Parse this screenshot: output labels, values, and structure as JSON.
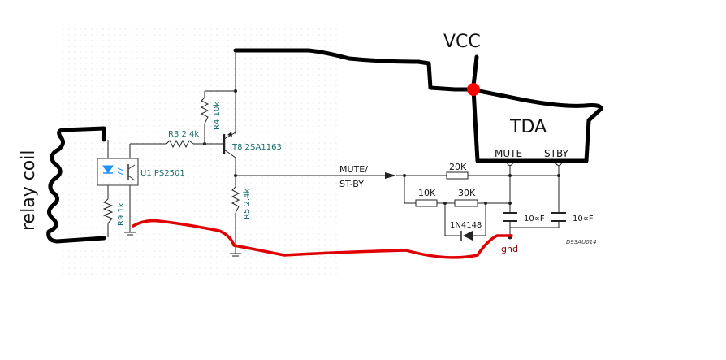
{
  "labels": {
    "vcc": "VCC",
    "tda": "TDA",
    "mute_pin": "MUTE",
    "stby_pin": "STBY",
    "relay_coil": "relay coil",
    "gnd": "gnd",
    "mute_stby_line1": "MUTE/",
    "mute_stby_line2": "ST-BY",
    "doc_ref": "D93AU014"
  },
  "components": {
    "r3": "R3 2.4k",
    "r4": "R4 10k",
    "r5": "R5 2.4k",
    "r9": "R9 1k",
    "t8": "T8 2SA1163",
    "u1": "U1 PS2501",
    "r_20k": "20K",
    "r_10k": "10K",
    "r_30k": "30K",
    "diode": "1N4148",
    "c1": "10∝F",
    "c2": "10∝F"
  },
  "colors": {
    "wire": "#222222",
    "marker_wire": "#000000",
    "ground_wire": "#e00000",
    "junction_vcc": "#ff0000",
    "component_label": "#1a6b6b",
    "led": "#1e90ff"
  }
}
